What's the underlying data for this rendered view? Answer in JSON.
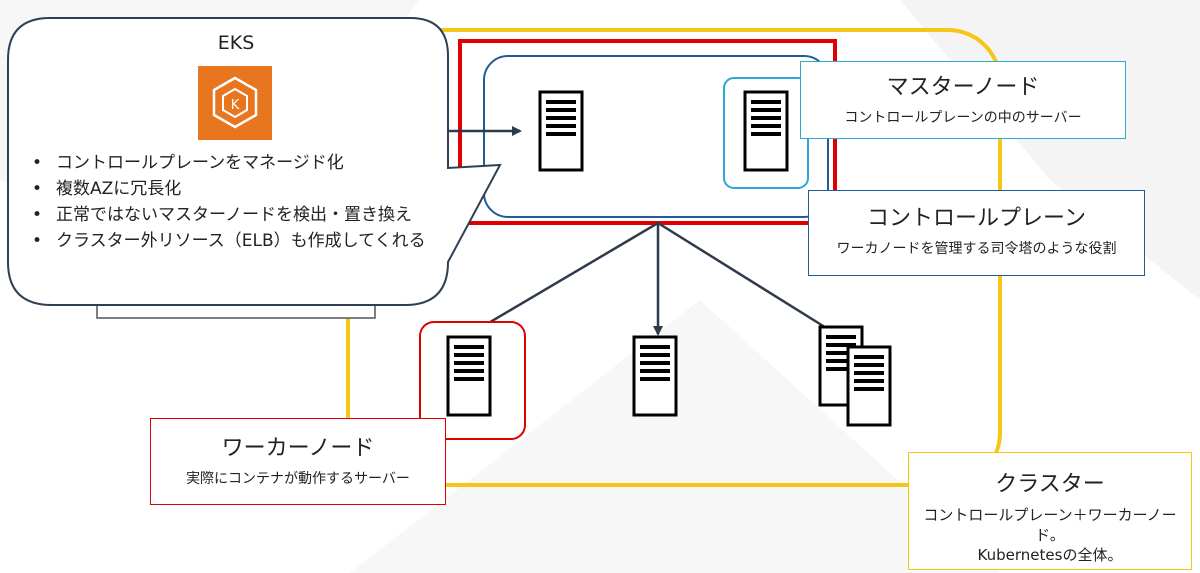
{
  "eks": {
    "title": "EKS",
    "icon": "eks-kubernetes-icon",
    "bullets": [
      "コントロールプレーンをマネージド化",
      "複数AZに冗長化",
      "正常ではないマスターノードを検出・置き換え",
      "クラスター外リソース（ELB）も作成してくれる"
    ]
  },
  "master_node": {
    "title": "マスターノード",
    "subtitle": "コントロールプレーンの中のサーバー"
  },
  "control_plane": {
    "title": "コントロールプレーン",
    "subtitle": "ワーカノードを管理する司令塔のような役割"
  },
  "worker_node": {
    "title": "ワーカーノード",
    "subtitle": "実際にコンテナが動作するサーバー"
  },
  "cluster": {
    "title": "クラスター",
    "subtitle_line1": "コントロールプレーン＋ワーカーノード。",
    "subtitle_line2": "Kubernetesの全体。"
  },
  "colors": {
    "cluster_border": "#F5C518",
    "control_plane_border": "#E00000",
    "master_group_border": "#1F5C99",
    "master_node_highlight": "#2BA8D8",
    "worker_highlight": "#E00000",
    "eks_icon_orange": "#E8761E",
    "arrow": "#2F3A4A"
  }
}
